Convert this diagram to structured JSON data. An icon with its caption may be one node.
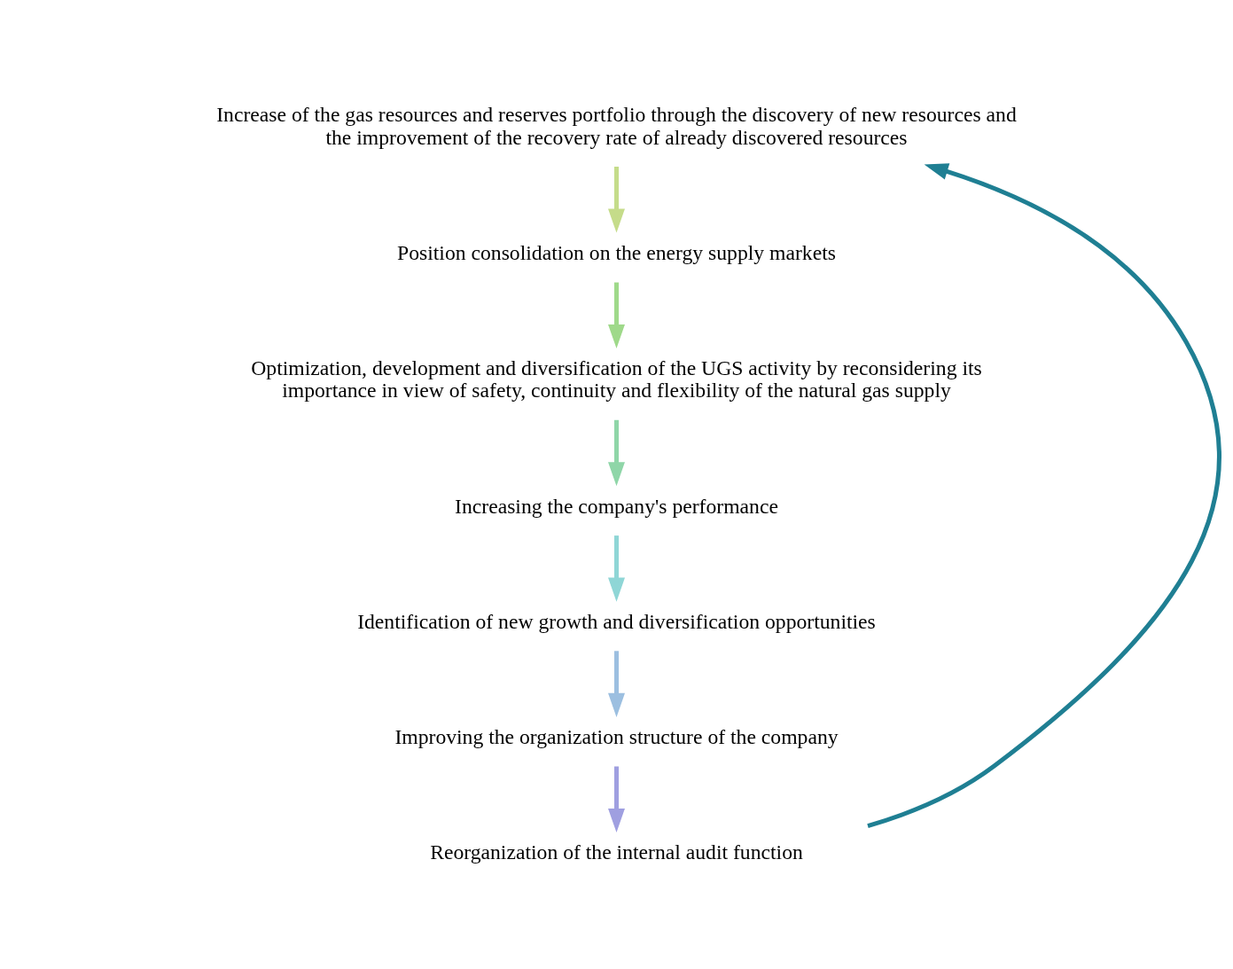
{
  "diagram": {
    "nodes": [
      {
        "text": [
          "Increase of the gas resources and reserves portfolio through the discovery of new resources and the improvement of the recovery rate of already discovered resources"
        ]
      },
      {
        "text": [
          "Position consolidation on the energy supply markets"
        ]
      },
      {
        "text": [
          "Optimization, development and diversification of the UGS activity by reconsidering its importance in view of safety, continuity and flexibility of the natural gas supply"
        ]
      },
      {
        "text": [
          "Increasing the company's performance"
        ]
      },
      {
        "text": [
          "Identification of new growth and diversification opportunities"
        ]
      },
      {
        "text": [
          "Improving the organization structure of the company"
        ]
      },
      {
        "text": [
          "Reorganization of the internal audit function"
        ]
      }
    ],
    "edges": [
      {
        "from": 0,
        "to": 1,
        "arrow": "to",
        "color": "#c5dc8a"
      },
      {
        "from": 1,
        "to": 2,
        "arrow": "to",
        "color": "#9fd98a"
      },
      {
        "from": 2,
        "to": 3,
        "arrow": "to",
        "color": "#8fd6a8"
      },
      {
        "from": 3,
        "to": 4,
        "arrow": "to",
        "color": "#8fd6d6"
      },
      {
        "from": 4,
        "to": 5,
        "arrow": "to",
        "color": "#9cbfe0"
      },
      {
        "from": 5,
        "to": 6,
        "arrow": "to",
        "color": "#9f9fe0"
      },
      {
        "from": 6,
        "to": 0,
        "arrow": "to",
        "color": "#1f7f93"
      }
    ]
  }
}
